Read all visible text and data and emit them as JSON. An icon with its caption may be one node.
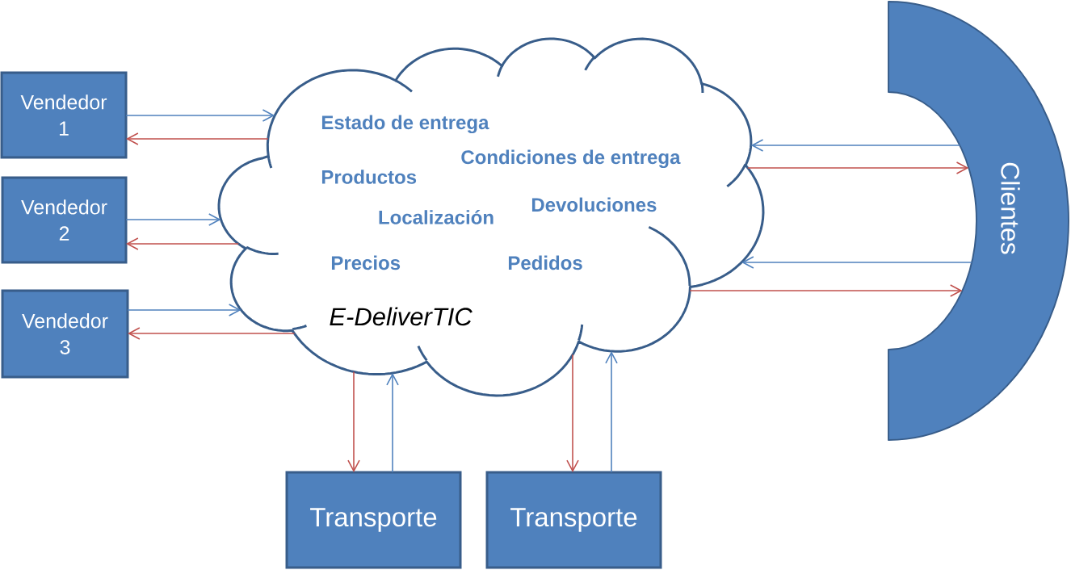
{
  "diagram": {
    "nodes": [
      {
        "text": [
          "Vendedor 1"
        ]
      },
      {
        "text": [
          "Vendedor 2"
        ]
      },
      {
        "text": [
          "Vendedor 3"
        ]
      },
      {
        "text": [
          "Estado de entrega",
          "Condiciones de entrega",
          "Productos",
          "Devoluciones",
          "Localización",
          "Precios",
          "Pedidos",
          "E-DeliverTIC"
        ]
      },
      {
        "text": [
          "Clientes"
        ]
      },
      {
        "text": [
          "Transporte"
        ]
      },
      {
        "text": [
          "Transporte"
        ]
      }
    ],
    "edges": [
      {
        "from": 0,
        "to": 3,
        "arrow": "to",
        "color": "#4f81bd"
      },
      {
        "from": 3,
        "to": 0,
        "arrow": "to",
        "color": "#c0504d"
      },
      {
        "from": 1,
        "to": 3,
        "arrow": "to",
        "color": "#4f81bd"
      },
      {
        "from": 3,
        "to": 1,
        "arrow": "to",
        "color": "#c0504d"
      },
      {
        "from": 2,
        "to": 3,
        "arrow": "to",
        "color": "#4f81bd"
      },
      {
        "from": 3,
        "to": 2,
        "arrow": "to",
        "color": "#c0504d"
      },
      {
        "from": 4,
        "to": 3,
        "arrow": "to",
        "color": "#4f81bd"
      },
      {
        "from": 3,
        "to": 4,
        "arrow": "to",
        "color": "#c0504d"
      },
      {
        "from": 4,
        "to": 3,
        "arrow": "to",
        "color": "#4f81bd"
      },
      {
        "from": 3,
        "to": 4,
        "arrow": "to",
        "color": "#c0504d"
      },
      {
        "from": 3,
        "to": 5,
        "arrow": "to",
        "color": "#c0504d"
      },
      {
        "from": 5,
        "to": 3,
        "arrow": "to",
        "color": "#4f81bd"
      },
      {
        "from": 3,
        "to": 6,
        "arrow": "to",
        "color": "#c0504d"
      },
      {
        "from": 6,
        "to": 3,
        "arrow": "to",
        "color": "#4f81bd"
      }
    ]
  }
}
